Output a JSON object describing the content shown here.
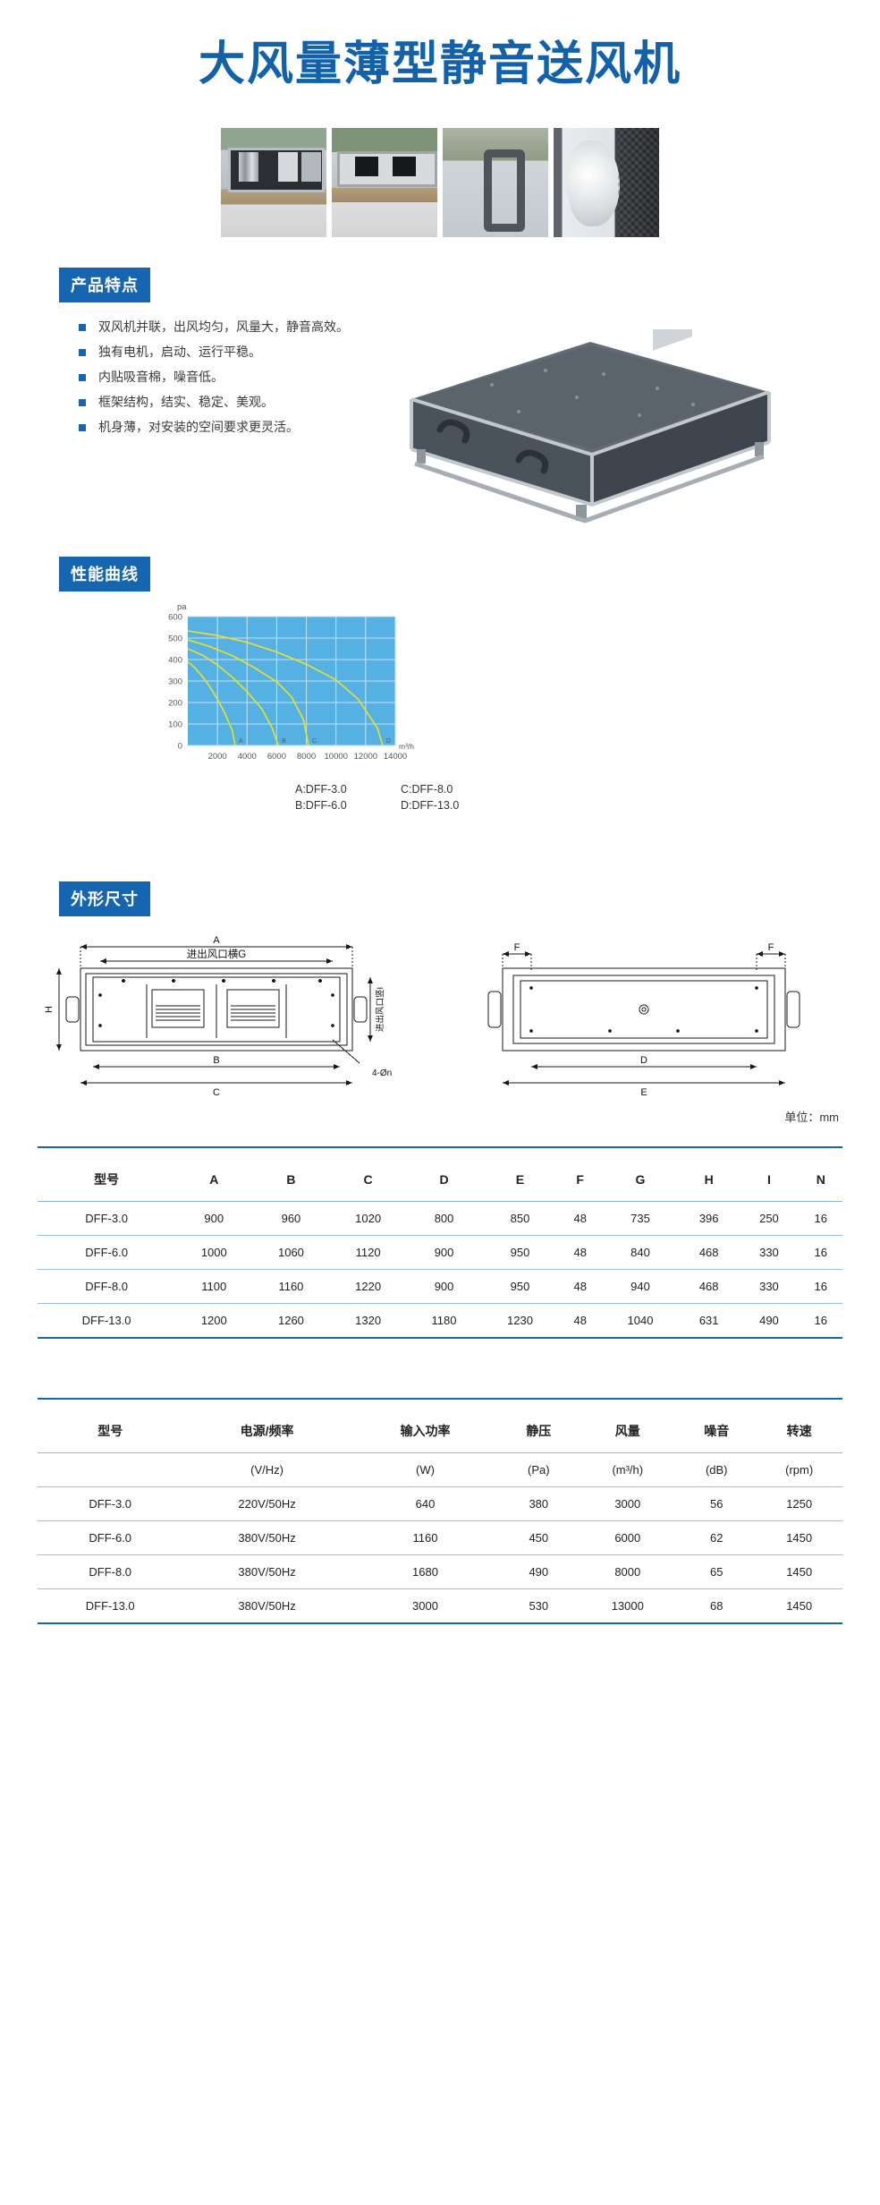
{
  "title": "大风量薄型静音送风机",
  "theme": {
    "brand_blue": "#1161ab",
    "badge_blue": "#1565b0",
    "chart_bg": "#55b0e4",
    "chart_curve": "#e3e12a"
  },
  "photos": [
    {
      "name": "unit-front-open"
    },
    {
      "name": "unit-side-open"
    },
    {
      "name": "handle-closeup"
    },
    {
      "name": "interior-acoustic-lining"
    }
  ],
  "features": {
    "heading": "产品特点",
    "items": [
      "双风机并联，出风均匀，风量大，静音高效。",
      "独有电机，启动、运行平稳。",
      "内贴吸音棉，噪音低。",
      "框架结构，结实、稳定、美观。",
      "机身薄，对安装的空间要求更灵活。"
    ]
  },
  "performance": {
    "heading": "性能曲线"
  },
  "chart_data": {
    "type": "line",
    "title": "",
    "xlabel": "m³/h",
    "ylabel": "pa",
    "xlim": [
      0,
      14000
    ],
    "ylim": [
      0,
      600
    ],
    "xticks": [
      2000,
      4000,
      6000,
      8000,
      10000,
      12000,
      14000
    ],
    "yticks": [
      0,
      100,
      200,
      300,
      400,
      500,
      600
    ],
    "grid": true,
    "legend_position": "below",
    "point_labels": [
      "A",
      "B",
      "C",
      "D"
    ],
    "legend": [
      "A:DFF-3.0",
      "B:DFF-6.0",
      "C:DFF-8.0",
      "D:DFF-13.0"
    ],
    "series": [
      {
        "name": "A:DFF-3.0",
        "points": [
          [
            0,
            390
          ],
          [
            500,
            360
          ],
          [
            1000,
            320
          ],
          [
            1500,
            272
          ],
          [
            2000,
            215
          ],
          [
            2500,
            150
          ],
          [
            3000,
            70
          ],
          [
            3200,
            0
          ]
        ]
      },
      {
        "name": "B:DFF-6.0",
        "points": [
          [
            0,
            450
          ],
          [
            1000,
            420
          ],
          [
            2000,
            375
          ],
          [
            3000,
            318
          ],
          [
            4000,
            250
          ],
          [
            5000,
            170
          ],
          [
            5700,
            80
          ],
          [
            6100,
            0
          ]
        ]
      },
      {
        "name": "C:DFF-8.0",
        "points": [
          [
            0,
            492
          ],
          [
            1500,
            460
          ],
          [
            3000,
            418
          ],
          [
            4500,
            362
          ],
          [
            6000,
            296
          ],
          [
            7000,
            226
          ],
          [
            7800,
            120
          ],
          [
            8150,
            0
          ]
        ]
      },
      {
        "name": "D:DFF-13.0",
        "points": [
          [
            0,
            533
          ],
          [
            2000,
            512
          ],
          [
            4000,
            480
          ],
          [
            6000,
            435
          ],
          [
            8000,
            378
          ],
          [
            10000,
            305
          ],
          [
            11500,
            215
          ],
          [
            12800,
            80
          ],
          [
            13150,
            0
          ]
        ]
      }
    ]
  },
  "dimensions": {
    "heading": "外形尺寸",
    "labels": {
      "A": "A",
      "B": "B",
      "C": "C",
      "D": "D",
      "E": "E",
      "F": "F",
      "H": "H",
      "inlet_outlet_horizontal": "进出风口横G",
      "inlet_outlet_vertical": "进出风口竖I",
      "holes": "4-Øn"
    },
    "unit_note": "单位：mm"
  },
  "dimension_table": {
    "headers": [
      "型号",
      "A",
      "B",
      "C",
      "D",
      "E",
      "F",
      "G",
      "H",
      "I",
      "N"
    ],
    "rows": [
      [
        "DFF-3.0",
        "900",
        "960",
        "1020",
        "800",
        "850",
        "48",
        "735",
        "396",
        "250",
        "16"
      ],
      [
        "DFF-6.0",
        "1000",
        "1060",
        "1120",
        "900",
        "950",
        "48",
        "840",
        "468",
        "330",
        "16"
      ],
      [
        "DFF-8.0",
        "1100",
        "1160",
        "1220",
        "900",
        "950",
        "48",
        "940",
        "468",
        "330",
        "16"
      ],
      [
        "DFF-13.0",
        "1200",
        "1260",
        "1320",
        "1180",
        "1230",
        "48",
        "1040",
        "631",
        "490",
        "16"
      ]
    ]
  },
  "spec_table": {
    "headers": [
      "型号",
      "电源/频率",
      "输入功率",
      "静压",
      "风量",
      "噪音",
      "转速"
    ],
    "units": [
      "",
      "(V/Hz)",
      "(W)",
      "(Pa)",
      "(m³/h)",
      "(dB)",
      "(rpm)"
    ],
    "rows": [
      [
        "DFF-3.0",
        "220V/50Hz",
        "640",
        "380",
        "3000",
        "56",
        "1250"
      ],
      [
        "DFF-6.0",
        "380V/50Hz",
        "1160",
        "450",
        "6000",
        "62",
        "1450"
      ],
      [
        "DFF-8.0",
        "380V/50Hz",
        "1680",
        "490",
        "8000",
        "65",
        "1450"
      ],
      [
        "DFF-13.0",
        "380V/50Hz",
        "3000",
        "530",
        "13000",
        "68",
        "1450"
      ]
    ]
  }
}
